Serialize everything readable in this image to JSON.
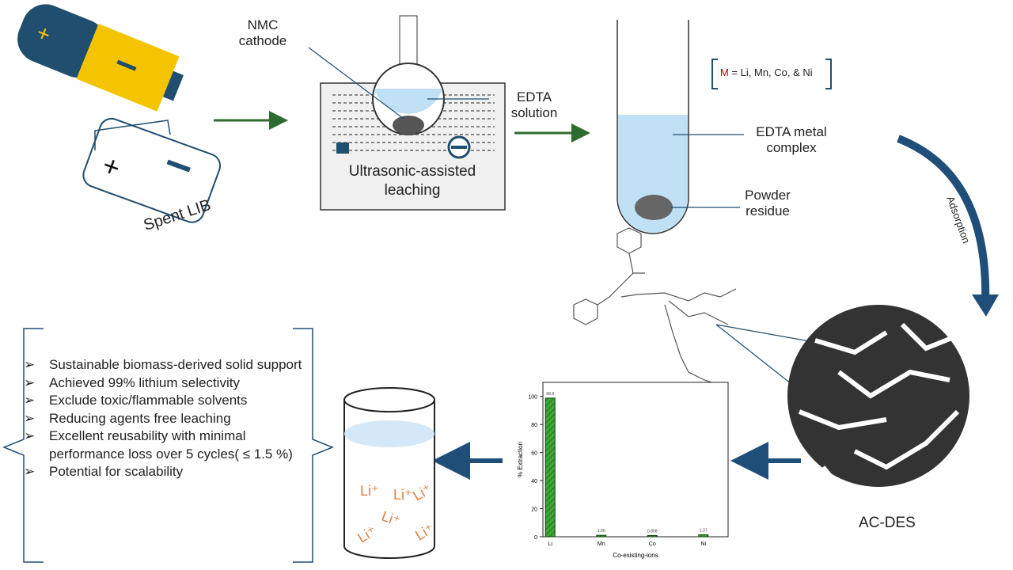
{
  "labels": {
    "spent_lib": "Spent LIB",
    "nmc_cathode": "NMC cathode",
    "edta_solution": "EDTA solution",
    "ultrasonic": "Ultrasonic-assisted leaching",
    "metal_def_m": "M",
    "metal_def_rest": " = Li, Mn, Co, & Ni",
    "edta_complex": "EDTA metal complex",
    "powder_residue": "Powder residue",
    "adsorption": "Adsorption",
    "ac_des": "AC-DES",
    "li_ion": "Li⁺"
  },
  "benefits": [
    "Sustainable biomass-derived solid support",
    "Achieved 99%  lithium selectivity",
    " Exclude  toxic/flammable solvents",
    "Reducing agents free leaching",
    "Excellent reusability with minimal performance loss over 5 cycles( ≤ 1.5 %)",
    "Potential for scalability"
  ],
  "colors": {
    "battery_blue": "#1f4e6e",
    "battery_yellow": "#f5c400",
    "arrow_green": "#2e6b2e",
    "arrow_blue": "#1f4e79",
    "bar_green": "#3aa935",
    "li_orange": "#e08040",
    "solution": "#bfe0f5"
  },
  "chart_data": {
    "type": "bar",
    "categories": [
      "Li",
      "Mn",
      "Co",
      "Ni"
    ],
    "values": [
      98.8,
      1.06,
      0.898,
      1.37
    ],
    "data_labels": [
      "98.8",
      "1.06",
      "0.898",
      "1.37"
    ],
    "xlabel": "Co-existing-ions",
    "ylabel": "% Extraction",
    "ylim": [
      0,
      110
    ],
    "yticks": [
      "0",
      "20",
      "40",
      "60",
      "80",
      "100"
    ],
    "bar_pattern": "hatched"
  }
}
